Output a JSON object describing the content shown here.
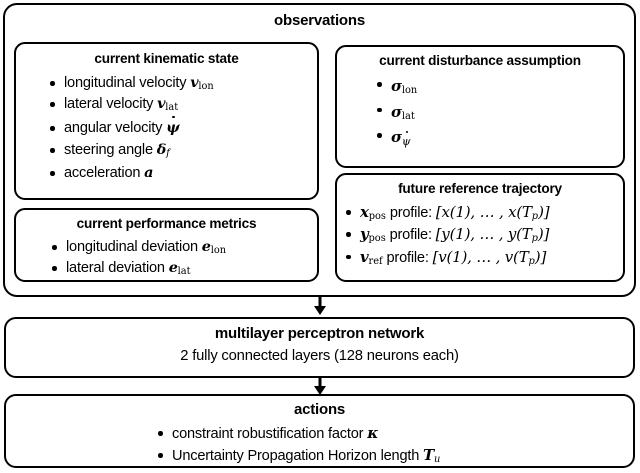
{
  "diagram": {
    "observations": {
      "title": "observations",
      "groups": {
        "kinematic": {
          "title": "current kinematic state",
          "items": [
            {
              "text": "longitudinal velocity",
              "sym": "v",
              "sub": "lon",
              "sub_italic": false,
              "dot": false
            },
            {
              "text": "lateral velocity",
              "sym": "v",
              "sub": "lat",
              "sub_italic": false,
              "dot": false
            },
            {
              "text": "angular velocity",
              "sym": "ψ",
              "sub": "",
              "sub_italic": false,
              "dot": true
            },
            {
              "text": "steering angle",
              "sym": "δ",
              "sub": "f",
              "sub_italic": true,
              "dot": false
            },
            {
              "text": "acceleration",
              "sym": "a",
              "sub": "",
              "sub_italic": false,
              "dot": false
            }
          ]
        },
        "performance": {
          "title": "current performance metrics",
          "items": [
            {
              "text": "longitudinal deviation",
              "sym": "e",
              "sub": "lon",
              "sub_italic": false,
              "dot": false
            },
            {
              "text": "lateral deviation",
              "sym": "e",
              "sub": "lat",
              "sub_italic": false,
              "dot": false
            }
          ]
        },
        "disturbance": {
          "title": "current disturbance assumption",
          "items": [
            {
              "text": "",
              "sym": "σ",
              "sub": "lon",
              "sub_italic": false,
              "dot": false
            },
            {
              "text": "",
              "sym": "σ",
              "sub": "lat",
              "sub_italic": false,
              "dot": false
            },
            {
              "text": "",
              "sym": "σ",
              "sub": "ψ",
              "sub_italic": true,
              "dot": false
            }
          ]
        },
        "trajectory": {
          "title": "future reference trajectory",
          "items": [
            {
              "sym": "x",
              "sub": "pos",
              "label": "profile:",
              "seq": "[x(1), … , x(T",
              "seq_sub": "p",
              "seq_end": ")]"
            },
            {
              "sym": "y",
              "sub": "pos",
              "label": "profile:",
              "seq": "[y(1), … , y(T",
              "seq_sub": "p",
              "seq_end": ")]"
            },
            {
              "sym": "v",
              "sub": "ref",
              "label": "profile:",
              "seq": "[v(1), … , v(T",
              "seq_sub": "p",
              "seq_end": ")]"
            }
          ]
        }
      }
    },
    "network": {
      "title": "multilayer perceptron network",
      "subtitle": "2 fully connected layers (128 neurons each)"
    },
    "actions": {
      "title": "actions",
      "items": [
        {
          "text": "constraint robustification factor",
          "sym": "κ",
          "sub": "",
          "sub_italic": false
        },
        {
          "text": "Uncertainty Propagation Horizon length",
          "sym": "T",
          "sub": "u",
          "sub_italic": true
        }
      ]
    },
    "arrows": {
      "obs_to_net": "arrow-down",
      "net_to_actions": "arrow-down"
    },
    "colors": {
      "stroke": "#000000",
      "background": "#ffffff"
    }
  }
}
